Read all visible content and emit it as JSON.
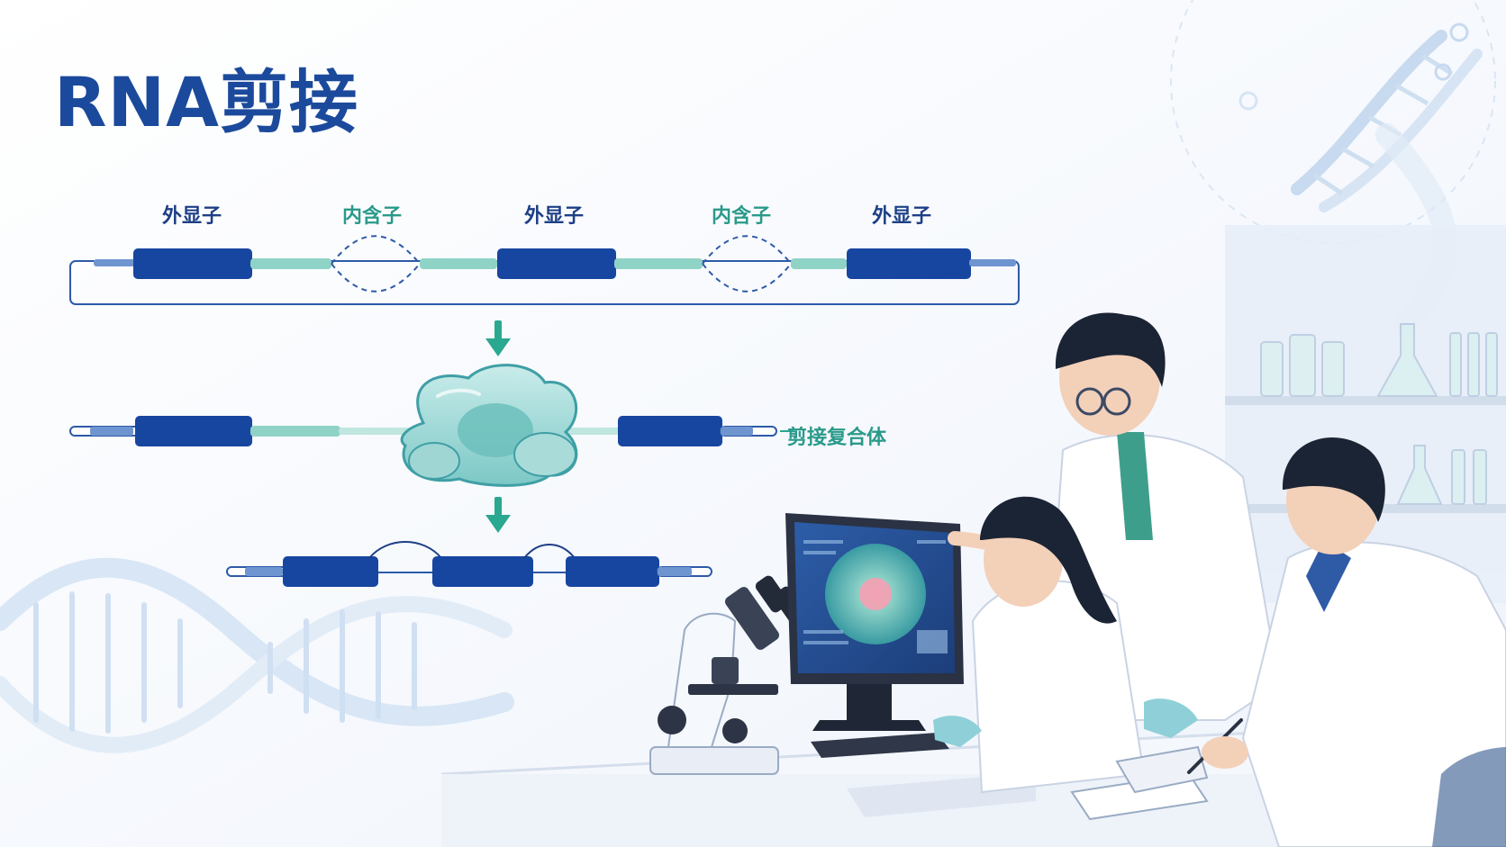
{
  "title": "RNA剪接",
  "labels": {
    "exon1": "外显子",
    "intron1": "内含子",
    "exon2": "外显子",
    "intron2": "内含子",
    "exon3": "外显子",
    "complex": "剪接复合体"
  },
  "colors": {
    "title": "#1b4a9c",
    "exon": "#1746a0",
    "intron": "#8fd3c6",
    "outline": "#1d3f86",
    "teal_label": "#2a9a8a",
    "arrow": "#2aa890",
    "spliceosome": "#9fdbd6"
  },
  "icons": [
    "dna-helix-icon",
    "microscope-icon",
    "monitor-icon"
  ]
}
